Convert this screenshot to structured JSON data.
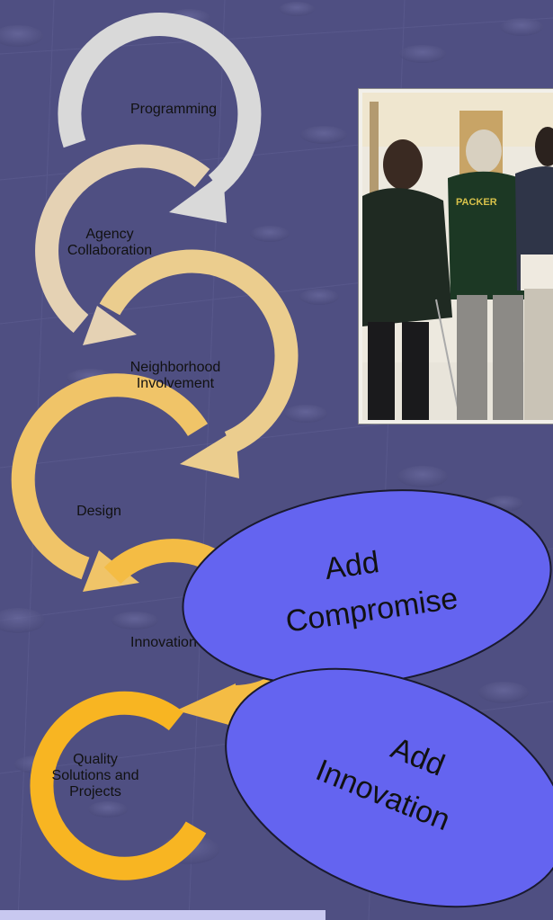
{
  "diagram": {
    "stages": [
      {
        "label": "Programming"
      },
      {
        "label": "Agency\nCollaboration"
      },
      {
        "label": "Neighborhood\nInvolvement"
      },
      {
        "label": "Design"
      },
      {
        "label": "Innovation"
      },
      {
        "label": "Quality\nSolutions and\nProjects"
      }
    ]
  },
  "callouts": {
    "compromise": {
      "line1": "Add",
      "line2": "Compromise"
    },
    "innovation": {
      "line1": "Add",
      "line2": "Innovation"
    }
  },
  "photo": {
    "jacket_text": "PACKER"
  },
  "colors": {
    "background": "#4f4f82",
    "callout_fill": "#6464f0",
    "arrow_1": "#d9d9d9",
    "arrow_2": "#e5d2b4",
    "arrow_3": "#ebcd8e",
    "arrow_4": "#f0c468",
    "arrow_5": "#f4bc44",
    "arrow_6": "#f8b522"
  }
}
